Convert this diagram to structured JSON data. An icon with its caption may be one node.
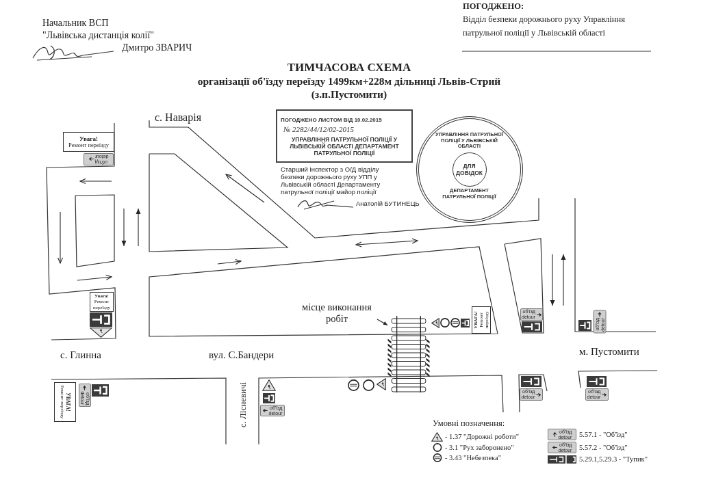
{
  "diagram": {
    "title": "ТИМЧАСОВА СХЕМА",
    "nodes": [
      {
        "text": [
          "ПОГОДЖЕНО ЛИСТОМ ВІД 10.02.2015",
          "№ 2282/44/12/02-2015",
          "УПРАВЛІННЯ ПАТРУЛЬНОЇ ПОЛІЦІЇ У ЛЬВІВСЬКІЙ ОБЛАСТІ ДЕПАРТАМЕНТ ПАТРУЛЬНОЇ ПОЛІЦІЇ"
        ]
      },
      {
        "text": [
          "УПРАВЛІННЯ ПАТРУЛЬНОЇ ПОЛІЦІЇ У ЛЬВІВСЬКІЙ ОБЛАСТІ",
          "ДЛЯ ДОВІДОК",
          "ДЕПАРТАМЕНТ ПАТРУЛЬНОЇ ПОЛІЦІЇ"
        ]
      },
      {
        "text": [
          "Увага!",
          "Ремонт переїзду"
        ]
      },
      {
        "text": [
          "об'їзд detour"
        ]
      },
      {
        "text": [
          "Увага!",
          "Ремонт переїзду"
        ]
      },
      {
        "text": [
          "місце виконання робіт"
        ]
      },
      {
        "text": [
          "об'їзд detour"
        ]
      },
      {
        "text": [
          "УВАГА!",
          "Ремонт переїзду"
        ]
      },
      {
        "text": [
          "об'їзд detour"
        ]
      },
      {
        "text": [],
        "shape": "picture"
      },
      {
        "text": [
          "УВАГА!",
          "Ремонт переїзду"
        ]
      },
      {
        "text": [
          "об'їзд detour"
        ]
      },
      {
        "text": [
          "об'їзд detour"
        ]
      },
      {
        "text": [
          "об'їзд detour"
        ]
      },
      {
        "text": [
          "об'їзд detour"
        ]
      },
      {
        "text": [
          "об'їзд detour"
        ]
      },
      {
        "text": [
          "об'їзд detour"
        ]
      }
    ],
    "edges": [
      {
        "from": 5,
        "to": 9,
        "arrow": "to"
      }
    ],
    "labels": [
      "Начальник ВСП",
      "\"Львівська дистанція колії\"",
      "Дмитро ЗВАРИЧ",
      "ПОГОДЖЕНО:",
      "Відділ безпеки дорожнього руху Управління патрульної поліції у Львівській області",
      "організації об'їзду переїзду 1499км+228м дільниці Львів-Стрий",
      "(з.п.Пустомити)",
      "с. Наварія",
      "Старший інспектор з О/Д відділу безпеки дорожнього руху УПП у Львівській області Департаменту патрульної поліції майор поліції",
      "Анатолій БУТИНЕЦЬ",
      "с. Глинна",
      "вул. С.Бандери",
      "м. Пустомити",
      "с. Лісневичі",
      "Умовні позначення:"
    ],
    "legend": [
      {
        "text": "- 1.37 \"Дорожні роботи\""
      },
      {
        "text": "- 3.1 \"Рух заборонено\""
      },
      {
        "text": "- 3.43 \"Небезпека\""
      },
      {
        "text": "5.57.1 - \"Об'їзд\""
      },
      {
        "text": "5.57.2 - \"Об'їзд\""
      },
      {
        "text": "5.29.1,5.29.3 - \"Тупик\""
      }
    ]
  }
}
